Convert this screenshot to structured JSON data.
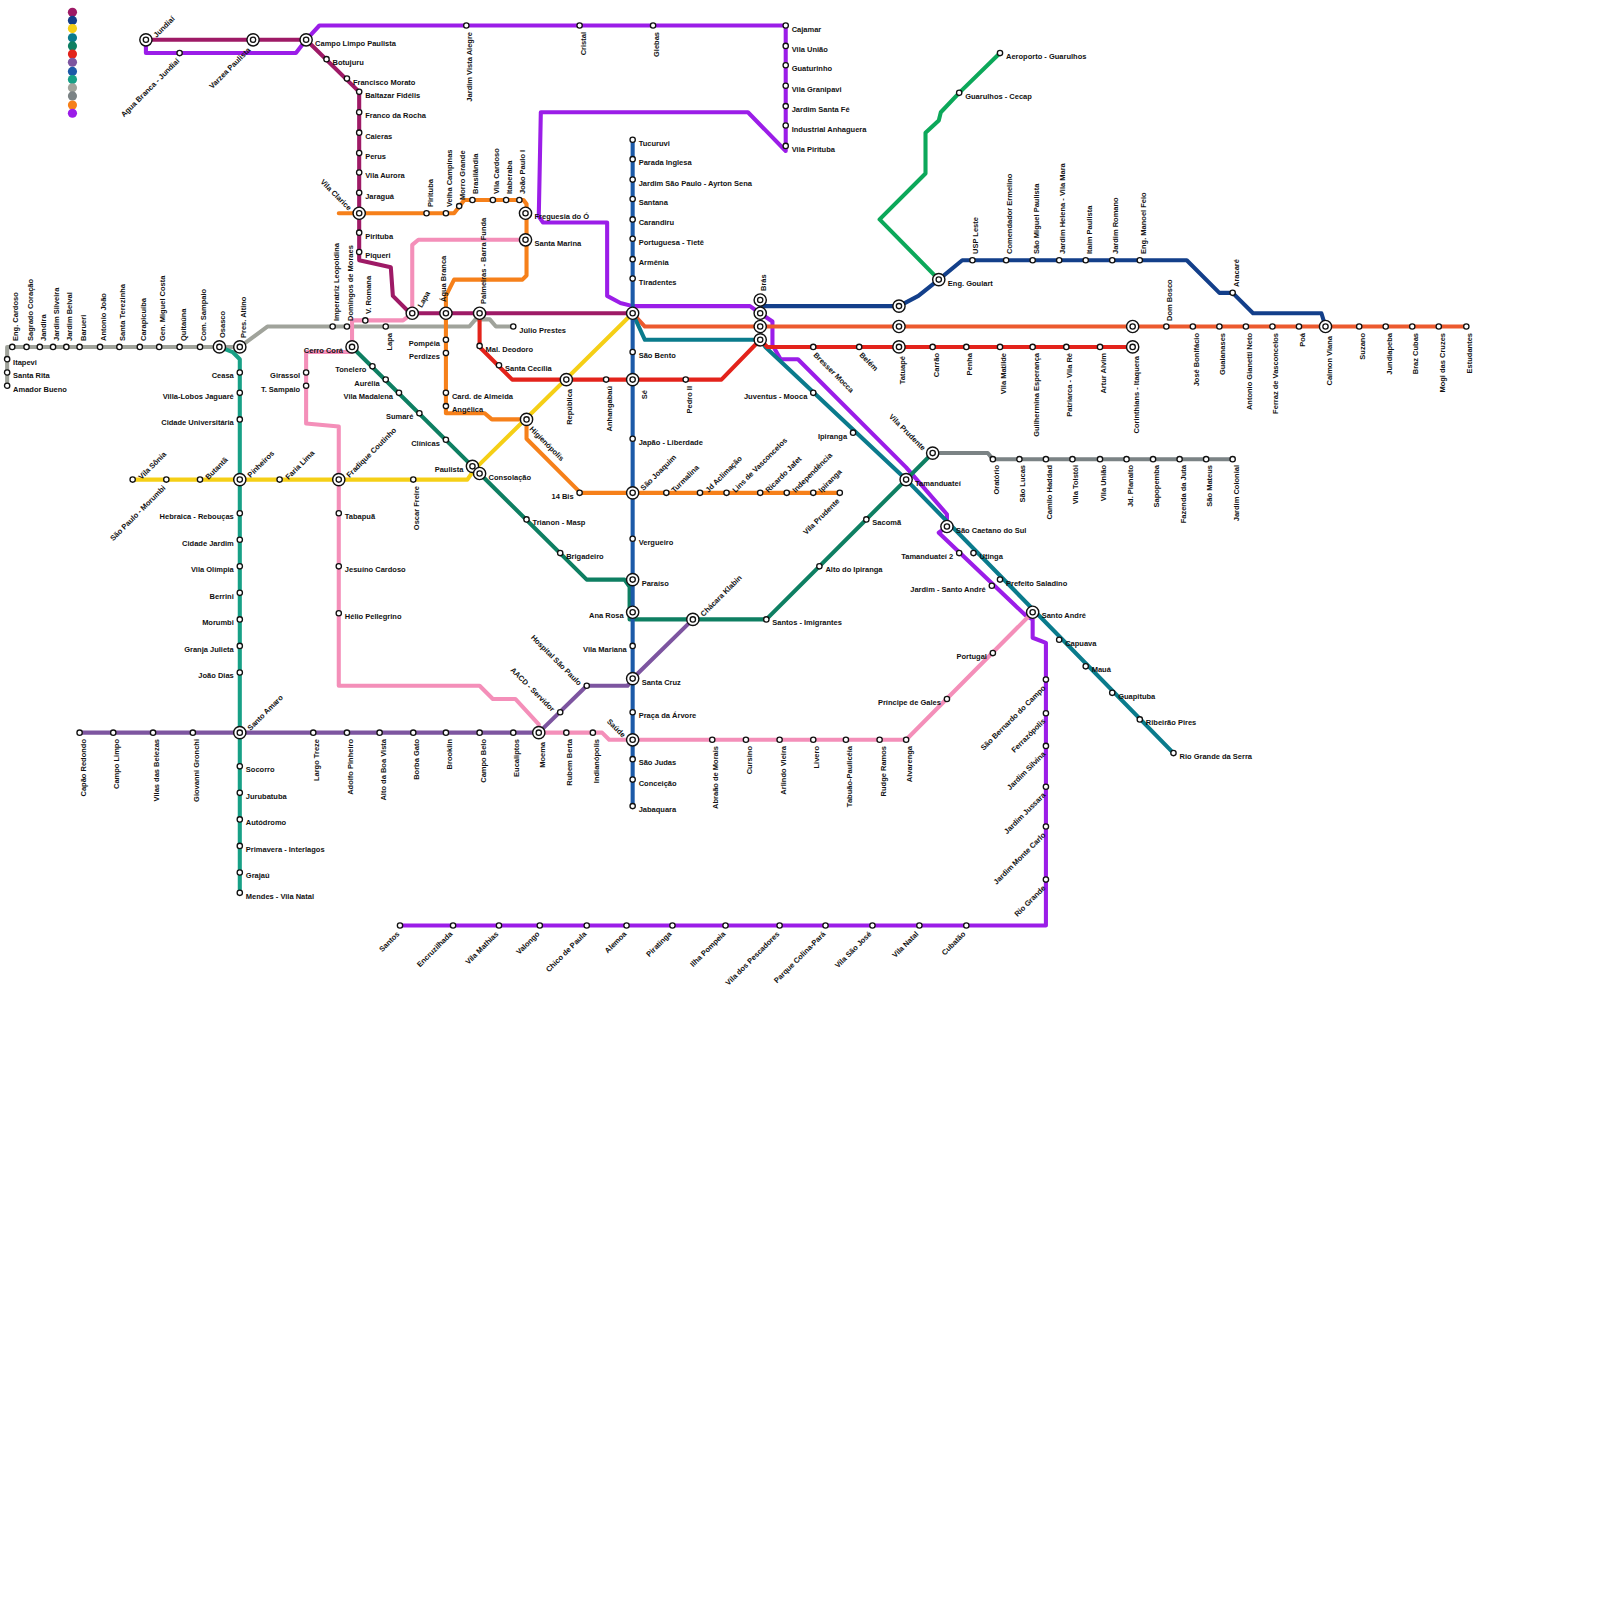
{
  "diagram": {
    "labels": [
      "Jundiaí",
      "Agua Branca - Jundiaí",
      "Varzea Paulista",
      "Campo Limpo Paulista",
      "Botujuru",
      "Francisco Morato",
      "Baltazar Fidélis",
      "Franco da Rocha",
      "Caieras",
      "Perus",
      "Vila Aurora",
      "Jaraguá",
      "Vila Clarice",
      "Pirituba",
      "Piqueri",
      "Jardim Vista Alegre",
      "Cristal",
      "Glebas",
      "Cajamar",
      "Vila União",
      "Guaturinho",
      "Vila Granipavi",
      "Jardim Santa Fé",
      "Industrial Anhaguera",
      "Vila Pirituba",
      "Aeroporto - Guarulhos",
      "Guarulhos - Cecap",
      "Tucuruvi",
      "Parada Inglesa",
      "Jardim São Paulo - Ayrton Sena",
      "Santana",
      "Carandiru",
      "Portuguesa - Tietê",
      "Armênia",
      "Tiradentes",
      "Pirituba",
      "Velha Campinas",
      "Morro Grande",
      "Brasilândia",
      "Vila Cardoso",
      "Itaberaba",
      "João Paulo I",
      "Freguesia do Ó",
      "Santa Marina",
      "Imperatriz Leopoldina",
      "Domingos de Moraes",
      "V. Romana",
      "Lapa",
      "Água Branca",
      "Palmeiras - Barra Funda",
      "Eng. Cardoso",
      "Sagrado Coração",
      "Jandira",
      "Jardim Silveira",
      "Jardim Belval",
      "Barueri",
      "Antonio João",
      "Santa Terezinha",
      "Carapicuíba",
      "Gen. Miguel Costa",
      "Quitaúna",
      "Com. Sampaio",
      "Osasco",
      "Pres. Altino",
      "Itapevi",
      "Santa Rita",
      "Amador Bueno",
      "Lapa",
      "Júlio Prestes",
      "Cerro Corá",
      "Tonelero",
      "Aurélia",
      "Vila Madalena",
      "Sumaré",
      "Clínicas",
      "Girassol",
      "T. Sampaio",
      "Pompéia",
      "Perdizes",
      "Card. de Almeida",
      "Angélica",
      "Mal. Deodoro",
      "Santa Cecília",
      "República",
      "Anhangabaú",
      "Sé",
      "Pedro II",
      "São Bento",
      "Brás",
      "Bresser Mocca",
      "Belém",
      "Tatuapé",
      "Carrão",
      "Penha",
      "Vila Matilde",
      "Guilhermina Esperança",
      "Patriarca - Vila Ré",
      "Artur Alvim",
      "Corinthians - Itaquera",
      "Eng. Goulart",
      "USP Leste",
      "Comendador Ermelino",
      "São Miguel Paulista",
      "Jardim Helena - Vila Mara",
      "Itaim Paulista",
      "Jardim Romano",
      "Eng. Manoel Feio",
      "Aracaré",
      "Dom Bosco",
      "José Bonifácio",
      "Guaianases",
      "Antonio Gianetti Neto",
      "Ferraz de Vasconcelos",
      "Poá",
      "Calmon Viana",
      "Suzano",
      "Jundiapeba",
      "Braz Cubas",
      "Mogi das Cruzes",
      "Estudantes",
      "Juventus - Mooca",
      "Ipiranga",
      "Vila Prudente",
      "Tamanduateí",
      "São Caetano do Sul",
      "Tamanduateí 2",
      "Utinga",
      "Jardim - Santo André",
      "Prefeito Saladino",
      "Santo André",
      "Capuava",
      "Mauá",
      "Guapituba",
      "Ribeirão Pires",
      "Rio Grande da Serra",
      "Oratório",
      "São Lucas",
      "Camilo Haddad",
      "Vila Tolstói",
      "Vila União",
      "Jd. Planalto",
      "Sapopemba",
      "Fazenda da Juta",
      "São Mateus",
      "Jardim Colonial",
      "Vila Sônia",
      "São Paulo - Morumbi",
      "Butantã",
      "Pinheiros",
      "Faria Lima",
      "Fradique Coutinho",
      "Oscar Freire",
      "Paulista",
      "Consolação",
      "Higienópolis",
      "14 Bis",
      "São Joaquim",
      "Turmalina",
      "Jd Aclimação",
      "Lins de Vasconcelos",
      "Ricardo Jafet",
      "Independência",
      "Ipiranga",
      "Vila Prudente",
      "Japão - Liberdade",
      "Vergueiro",
      "Trianon - Masp",
      "Brigadeiro",
      "Paraíso",
      "Ana Rosa",
      "Chácara Klabin",
      "Santos - Imigrantes",
      "Alto do Ipiranga",
      "Sacomã",
      "Vila Mariana",
      "Santa Cruz",
      "Praça da Árvore",
      "Saúde",
      "São Judas",
      "Conceição",
      "Jabaquara",
      "Ceasa",
      "Villa-Lobos Jaguaré",
      "Cidade Universitária",
      "Hebraica - Rebouças",
      "Cidade Jardim",
      "Vila Olímpia",
      "Berrini",
      "Morumbi",
      "Granja Julieta",
      "João Dias",
      "Santo Amaro",
      "Socorro",
      "Jurubatuba",
      "Autódromo",
      "Primavera - Interlagos",
      "Grajaú",
      "Mendes - Vila Natal",
      "Tabapuã",
      "Jesuíno Cardoso",
      "Hélio Pellegrino",
      "Capão Redondo",
      "Campo Limpo",
      "Vilas das Belezas",
      "Giovanni Gronchi",
      "Largo Treze",
      "Adolfo Pinheiro",
      "Alto da Boa Vista",
      "Borba Gato",
      "Brooklin",
      "Campo Belo",
      "Eucaliptos",
      "Moema",
      "Rubem Berta",
      "Indianópolis",
      "AACD - Servidor",
      "Hospital São Paulo",
      "Abraão de Morais",
      "Cursino",
      "Arlindo Vieira",
      "Livero",
      "Tabuão-Paulicéia",
      "Rudge Ramos",
      "Alvarenga",
      "Príncipe de Gales",
      "Portugal",
      "São Bernardo do Campo",
      "Ferrazópolis",
      "Jardim Silvina",
      "Jardim Jussara",
      "Jardim Monte Carlo",
      "Rio Grande",
      "Santos",
      "Encruzilhada",
      "Vila Mathias",
      "Valongo",
      "Chico de Paula",
      "Alemoa",
      "Piratinga",
      "Ilha Pompeia",
      "Vila dos Pescadores",
      "Parque Colina-Pará",
      "Vila São José",
      "Vila Natal",
      "Cubatão"
    ]
  }
}
